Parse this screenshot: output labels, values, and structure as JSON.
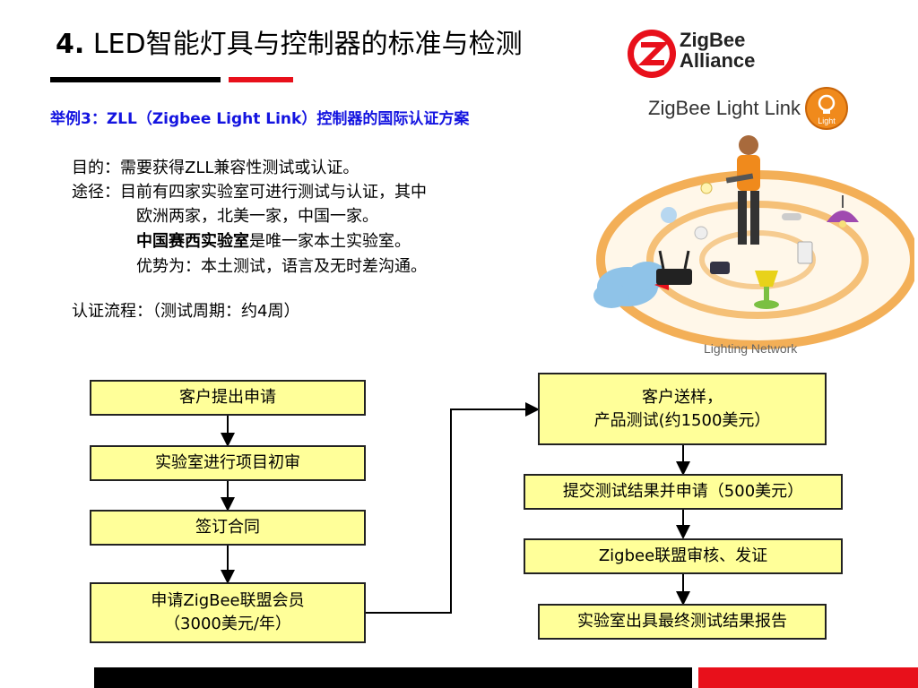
{
  "header": {
    "title_number": "4.",
    "title_text": "LED智能灯具与控制器的标准与检测"
  },
  "subtitle": "举例3：ZLL（Zigbee Light Link）控制器的国际认证方案",
  "logo": {
    "line1": "ZigBee",
    "line2": "Alliance"
  },
  "product_label": "ZigBee Light Link",
  "badge_text": "Light",
  "illustration_caption": "Lighting Network",
  "body": {
    "purpose": "目的：需要获得ZLL兼容性测试或认证。",
    "route": "途径：目前有四家实验室可进行测试与认证，其中",
    "route_line2": "欧洲两家，北美一家，中国一家。",
    "lab_name": "中国赛西实验室",
    "lab_note": "是唯一家本土实验室。",
    "advantage": "优势为：本土测试，语言及无时差沟通。",
    "process": "认证流程：（测试周期：约4周）"
  },
  "flow": {
    "left": [
      "客户提出申请",
      "实验室进行项目初审",
      "签订合同",
      "申请ZigBee联盟会员",
      "（3000美元/年）"
    ],
    "right": [
      "客户送样，",
      "产品测试(约1500美元）",
      "提交测试结果并申请（500美元）",
      "Zigbee联盟审核、发证",
      "实验室出具最终测试结果报告"
    ]
  },
  "colors": {
    "accent_red": "#e8101b",
    "subtitle_blue": "#1414e0",
    "box_fill": "#ffff99"
  }
}
